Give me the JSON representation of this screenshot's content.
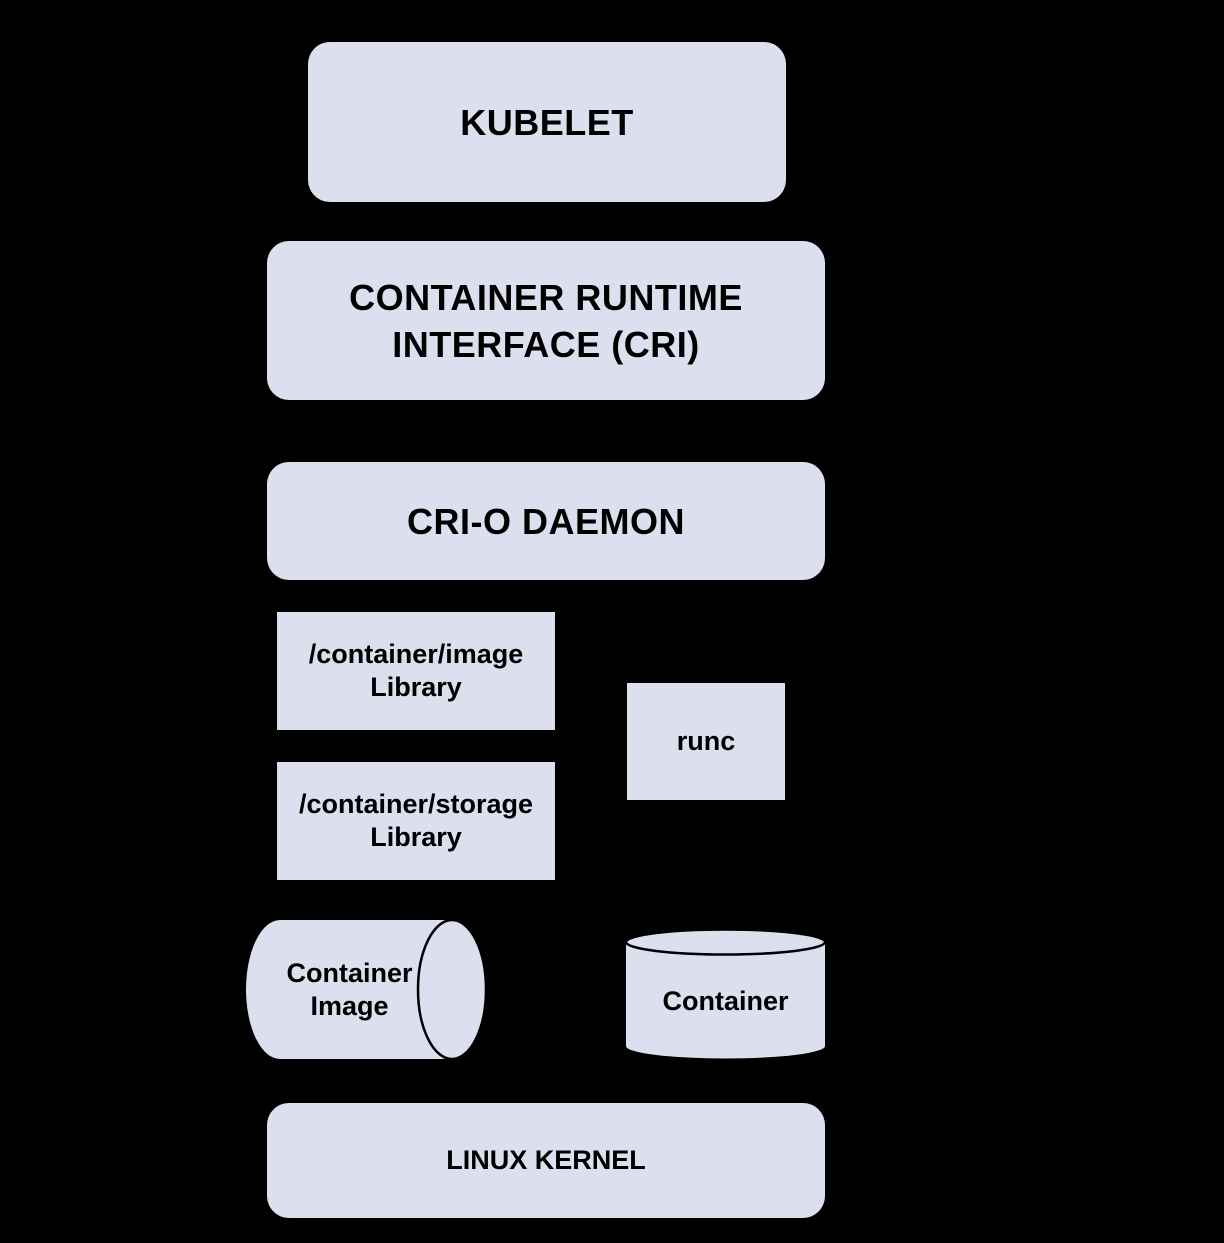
{
  "diagram": {
    "description": "CRI-O container runtime architecture stack diagram",
    "colors": {
      "background": "#000000",
      "node_fill": "#dbdfee",
      "node_text": "#000000",
      "cylinder_outline": "#000000"
    },
    "nodes": {
      "kubelet": {
        "label": "KUBELET",
        "shape": "rounded-rectangle"
      },
      "cri": {
        "line1": "CONTAINER RUNTIME",
        "line2": "INTERFACE (CRI)",
        "shape": "rounded-rectangle"
      },
      "crio": {
        "label": "CRI-O DAEMON",
        "shape": "rounded-rectangle"
      },
      "image_lib": {
        "line1": "/container/image",
        "line2": "Library",
        "shape": "rectangle"
      },
      "runc": {
        "label": "runc",
        "shape": "rectangle"
      },
      "storage_lib": {
        "line1": "/container/storage",
        "line2": "Library",
        "shape": "rectangle"
      },
      "container_image": {
        "line1": "Container",
        "line2": "Image",
        "shape": "cylinder-horizontal"
      },
      "container": {
        "label": "Container",
        "shape": "cylinder-vertical"
      },
      "linux_kernel": {
        "label": "LINUX KERNEL",
        "shape": "rounded-rectangle"
      }
    }
  }
}
